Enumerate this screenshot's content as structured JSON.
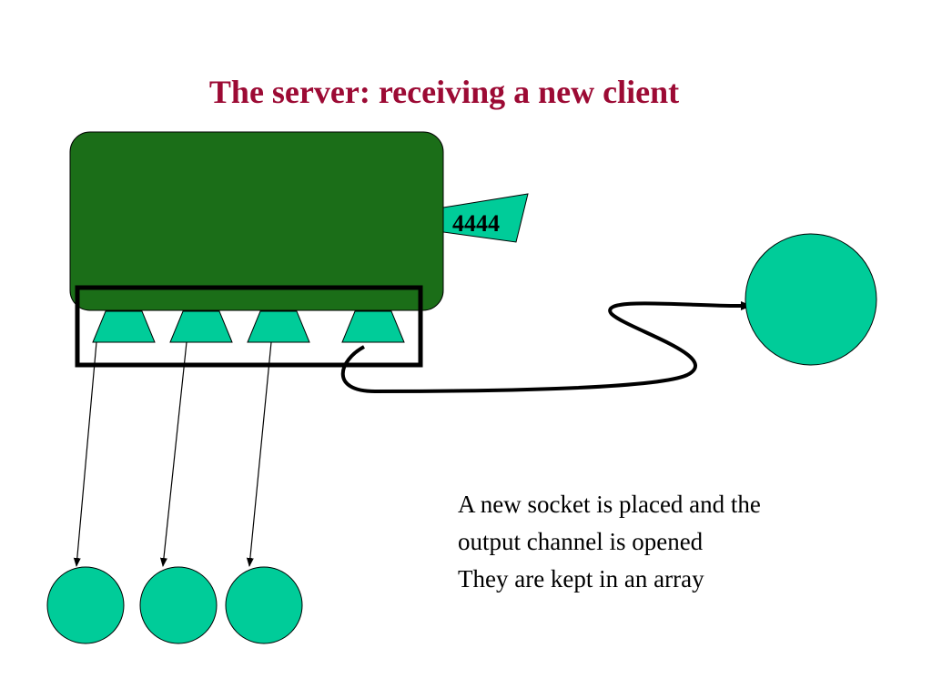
{
  "title": "The server: receiving a new client",
  "port_label": "4444",
  "caption": {
    "line1": "A new socket is placed and the",
    "line2": "output channel is opened",
    "line3": "They are kept in an array"
  },
  "colors": {
    "title": "#9c0a34",
    "server_box": "#1b6e18",
    "socket_fill": "#00cc99",
    "outline": "#000000"
  }
}
